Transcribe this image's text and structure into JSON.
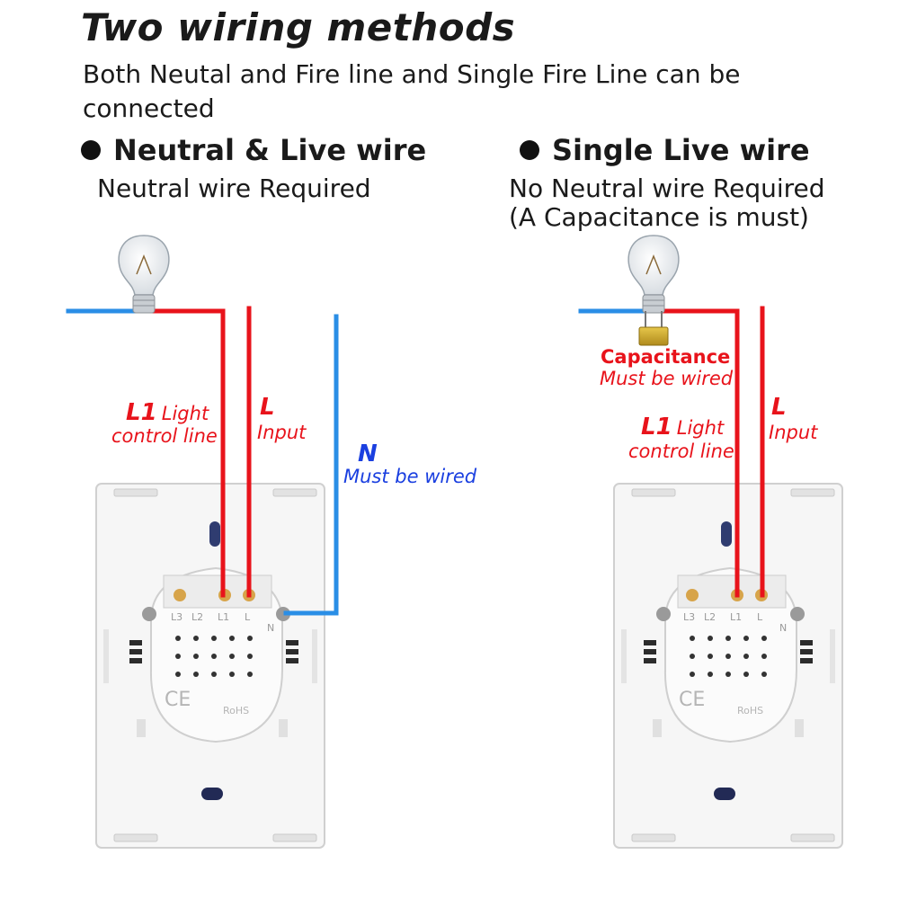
{
  "title": "Two wiring methods",
  "subtitle": "Both Neutal and Fire line and Single Fire Line can be connected",
  "left": {
    "heading": "Neutral & Live wire",
    "note": "Neutral wire Required",
    "l1_code": "L1",
    "l1_text_a": "Light",
    "l1_text_b": "control line",
    "l_code": "L",
    "l_text": "Input",
    "n_code": "N",
    "n_text": "Must be wired"
  },
  "right": {
    "heading": "Single Live wire",
    "note_a": "No Neutral wire Required",
    "note_b": "(A Capacitance is must)",
    "cap_title": "Capacitance",
    "cap_text": "Must be wired",
    "l1_code": "L1",
    "l1_text_a": "Light",
    "l1_text_b": "control line",
    "l_code": "L",
    "l_text": "Input"
  },
  "terminals": [
    "L3",
    "L2",
    "L1",
    "L",
    "N"
  ],
  "marks": {
    "ce": "CE",
    "rohs": "RoHS"
  },
  "colors": {
    "live": "#e8131b",
    "neutral": "#2a8ee6",
    "label_blue": "#1a3fe0"
  }
}
